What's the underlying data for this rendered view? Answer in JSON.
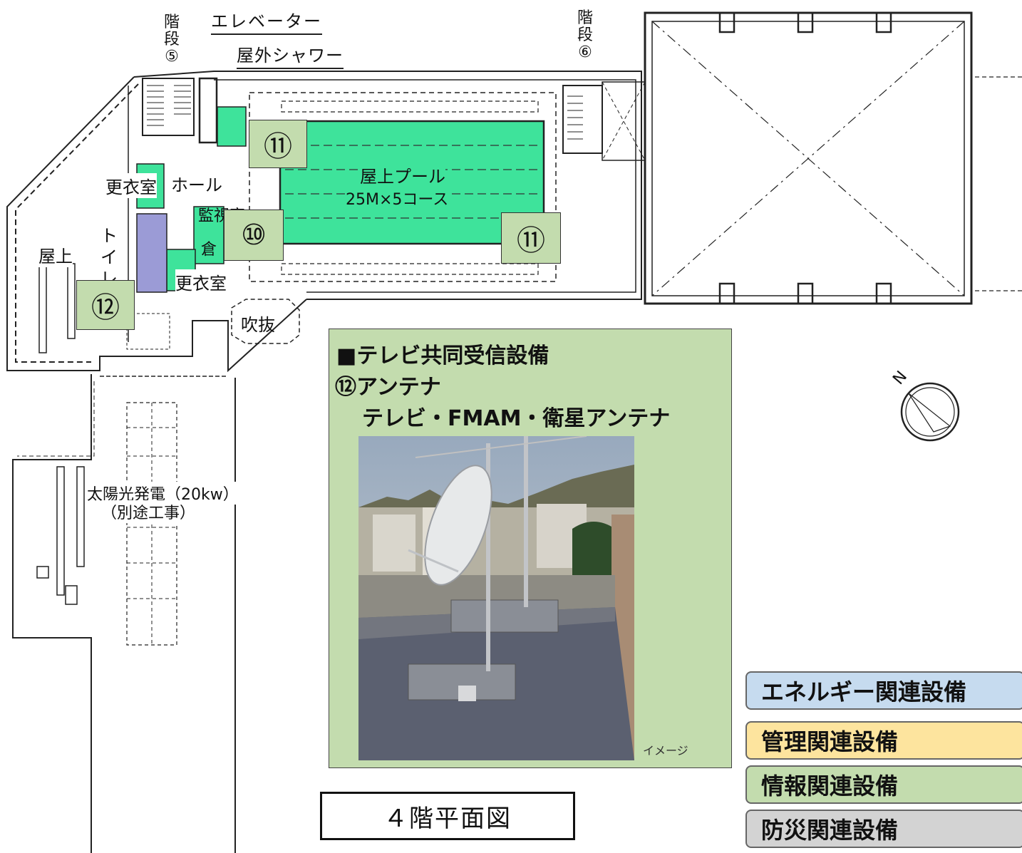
{
  "labels": {
    "stair5": "階\n段\n⑤",
    "stair6": "階\n段\n⑥",
    "elevator": "エレベーター",
    "outdoor_shower": "屋外シャワー",
    "locker_room": "更衣室",
    "hall": "ホール",
    "monitor_room": "監視室",
    "storage": "倉",
    "toilet": "ト\nイ\nレ",
    "rooftop": "屋上",
    "atrium": "吹抜",
    "pool_name": "屋上プール",
    "pool_spec": "25M×5コース",
    "solar_line1": "太陽光発電（20kw）",
    "solar_line2": "（別途工事）",
    "compass_n": "N"
  },
  "markers": {
    "m10": "⑩",
    "m11": "⑪",
    "m12": "⑫"
  },
  "info_panel": {
    "title": "■テレビ共同受信設備",
    "item": "⑫アンテナ",
    "detail": "テレビ・FMAM・衛星アンテナ",
    "photo_caption": "イメージ"
  },
  "plan_title": "４階平面図",
  "legend": [
    {
      "label": "エネルギー関連設備",
      "color": "#c6dbef"
    },
    {
      "label": "管理関連設備",
      "color": "#fde49e"
    },
    {
      "label": "情報関連設備",
      "color": "#c3dcae"
    },
    {
      "label": "防災関連設備",
      "color": "#d3d3d3"
    }
  ],
  "colors": {
    "pool": "#3ee39b",
    "equipment": "#c3dcae",
    "toilet": "#9b9bd6"
  }
}
